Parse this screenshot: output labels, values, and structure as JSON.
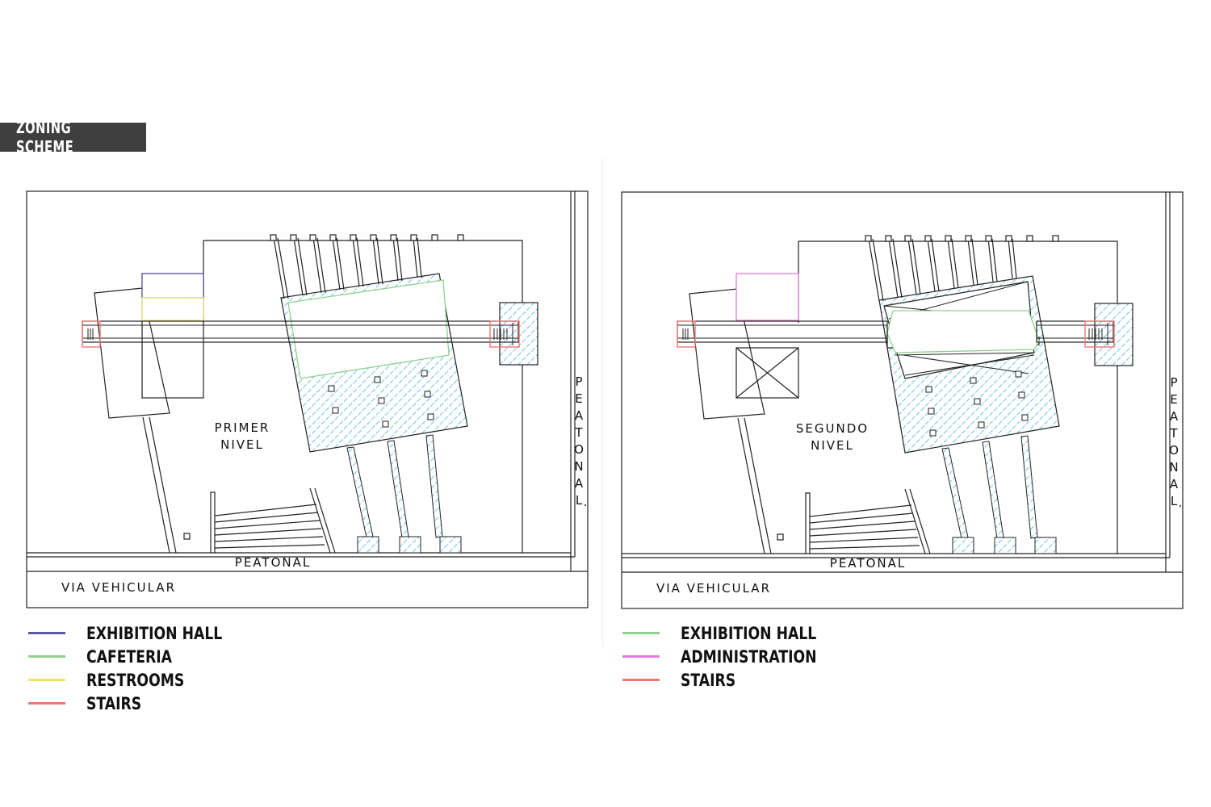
{
  "header": {
    "title": "ZONING SCHEME"
  },
  "plan_left": {
    "level_line1": "PRIMER",
    "level_line2": "NIVEL",
    "street_bottom": "PEATONAL",
    "street_right": [
      "P",
      "E",
      "A",
      "T",
      "O",
      "N",
      "A",
      "L",
      "."
    ],
    "road": "VIA VEHICULAR"
  },
  "plan_right": {
    "level_line1": "SEGUNDO",
    "level_line2": "NIVEL",
    "street_bottom": "PEATONAL",
    "street_right": [
      "P",
      "E",
      "A",
      "T",
      "O",
      "N",
      "A",
      "L",
      "."
    ],
    "road": "VIA VEHICULAR"
  },
  "legend_left": [
    {
      "label": "EXHIBITION HALL",
      "color": "#5a5a9e"
    },
    {
      "label": "CAFETERIA",
      "color": "#8fd08f"
    },
    {
      "label": "RESTROOMS",
      "color": "#f0e07a"
    },
    {
      "label": "STAIRS",
      "color": "#f07575"
    }
  ],
  "legend_right": [
    {
      "label": "EXHIBITION HALL",
      "color": "#8fd08f"
    },
    {
      "label": "ADMINISTRATION",
      "color": "#e07ad8"
    },
    {
      "label": "STAIRS",
      "color": "#f07575"
    }
  ],
  "colors": {
    "hatch": "#6ec3e6",
    "badge": "#3f3f3f"
  }
}
